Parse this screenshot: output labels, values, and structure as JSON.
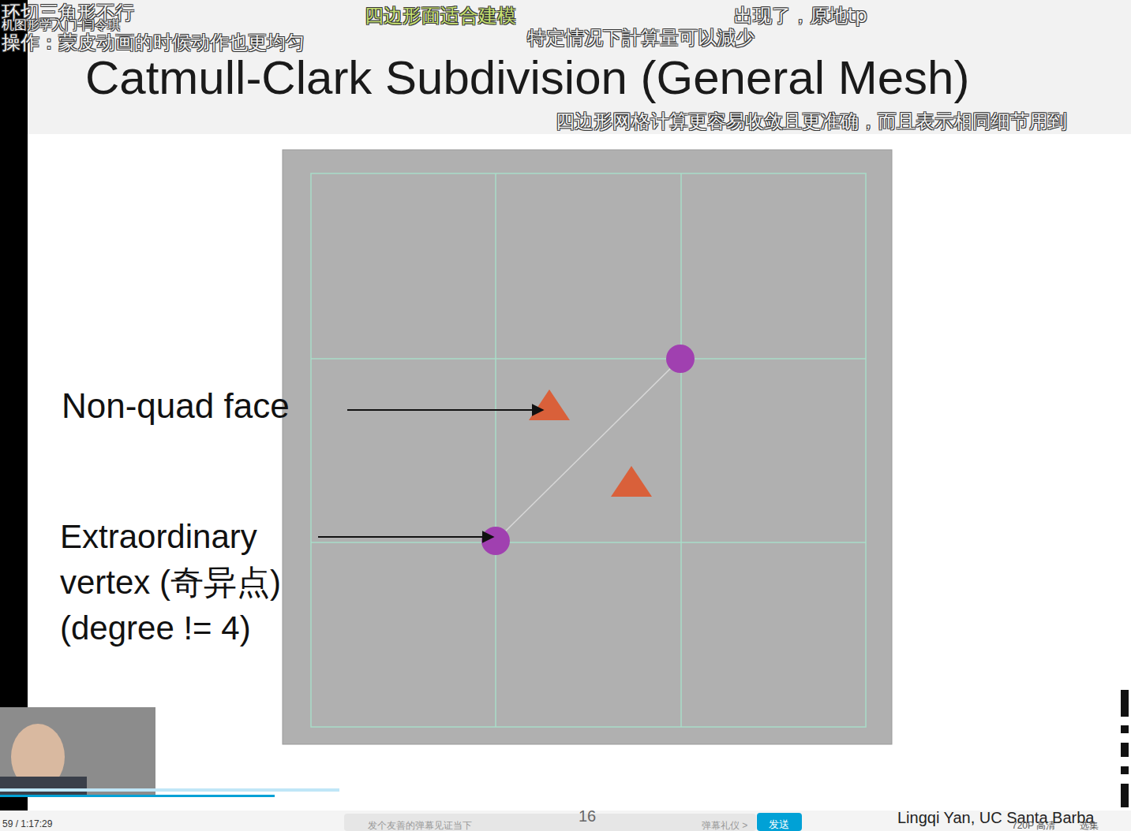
{
  "diagram": {
    "title": "Catmull-Clark Subdivision (General Mesh)",
    "labels": [
      "环切三角形不行",
      "机图形学入门-闫令琪",
      "操作：蒙皮动画的时候动作也更均匀",
      "四边形面适合建模",
      "特定情况下計算量可以減少",
      "出现了，原地tp",
      "四边形网格计算更容易收敛且更准确，而且表示相同细节用到",
      "Non-quad face",
      "Extraordinary vertex (奇异点) (degree != 4)",
      "16",
      "Lingqi Yan, UC Santa Barba",
      "59 / 1:17:29",
      "发个友善的弹幕见证当下",
      "弹幕礼仪 >",
      "发送",
      "720P 高清",
      "选集"
    ]
  }
}
